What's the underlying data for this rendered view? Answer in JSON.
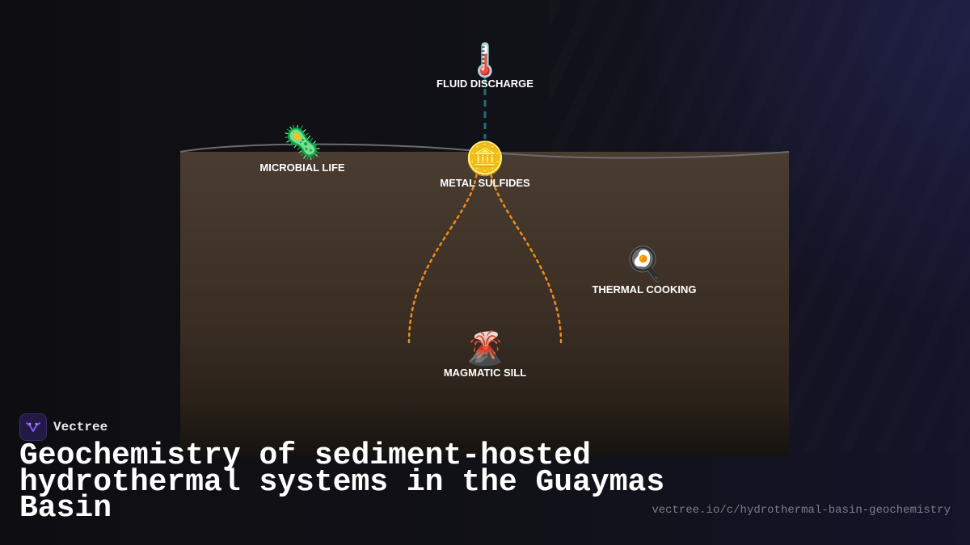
{
  "diagram": {
    "nodes": [
      {
        "id": "fluid-discharge",
        "label": "FLUID DISCHARGE",
        "icon": "thermometer-icon",
        "glyph": "🌡️"
      },
      {
        "id": "microbial-life",
        "label": "MICROBIAL LIFE",
        "icon": "microbe-icon",
        "glyph": "🦠"
      },
      {
        "id": "metal-sulfides",
        "label": "METAL SULFIDES",
        "icon": "coin-icon",
        "glyph": "🪙"
      },
      {
        "id": "thermal-cooking",
        "label": "THERMAL COOKING",
        "icon": "frying-pan-icon",
        "glyph": "🍳"
      },
      {
        "id": "magmatic-sill",
        "label": "MAGMATIC SILL",
        "icon": "volcano-icon",
        "glyph": "🌋"
      }
    ],
    "connections": [
      {
        "from": "metal-sulfides",
        "to": "fluid-discharge",
        "style": "dashed",
        "color": "#1f6f6f"
      },
      {
        "from": "magmatic-sill",
        "to": "metal-sulfides",
        "style": "dotted",
        "color": "#f08c1c",
        "side": "left"
      },
      {
        "from": "magmatic-sill",
        "to": "metal-sulfides",
        "style": "dotted",
        "color": "#f08c1c",
        "side": "right"
      }
    ],
    "colors": {
      "sediment_top": "#4a3c30",
      "sediment_bottom": "#2a2119",
      "surface_line": "#6b6b72",
      "background": "#0f0f14"
    }
  },
  "brand": {
    "name": "Vectree",
    "icon": "vectree-logo-icon"
  },
  "title": "Geochemistry of sediment-hosted hydrothermal systems in the Guaymas Basin",
  "url": "vectree.io/c/hydrothermal-basin-geochemistry"
}
